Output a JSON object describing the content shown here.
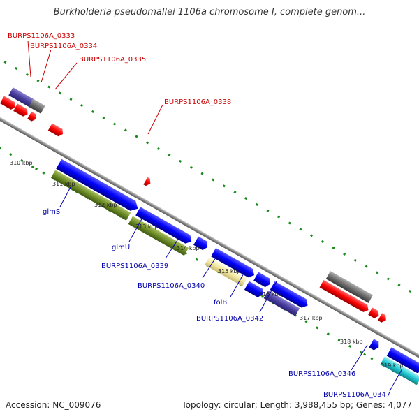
{
  "title": "Burkholderia pseudomallei 1106a chromosome I, complete genom...",
  "footer": {
    "accession": "Accession: NC_009076",
    "summary": "Topology: circular; Length: 3,988,455 bp; Genes: 4,077"
  },
  "colors": {
    "forward_gene": "#0000ff",
    "reverse_gene": "#ff0000",
    "forward_label": "#0000aa",
    "reverse_label": "#cc0000",
    "backbone": "#8a8a8a",
    "tick_dots": "#1a8a1a",
    "rna": "#7a9a30",
    "pseudo": "#777777",
    "highlight": "#f0e8a0",
    "teal": "#20c8d0"
  },
  "axis_labels": [
    "310 kbp",
    "311 kbp",
    "312 kbp",
    "313 kbp",
    "314 kbp",
    "315 kbp",
    "316 kbp",
    "317 kbp",
    "318 kbp",
    "319 kbp"
  ],
  "outer_labels": [
    "BURPS1106A_0333",
    "BURPS1106A_0334",
    "BURPS1106A_0335",
    "BURPS1106A_0338"
  ],
  "inner_labels": [
    "glmS",
    "glmU",
    "BURPS1106A_0339",
    "BURPS1106A_0340",
    "folB",
    "BURPS1106A_0342",
    "BURPS1106A_0346",
    "BURPS1106A_0347"
  ]
}
